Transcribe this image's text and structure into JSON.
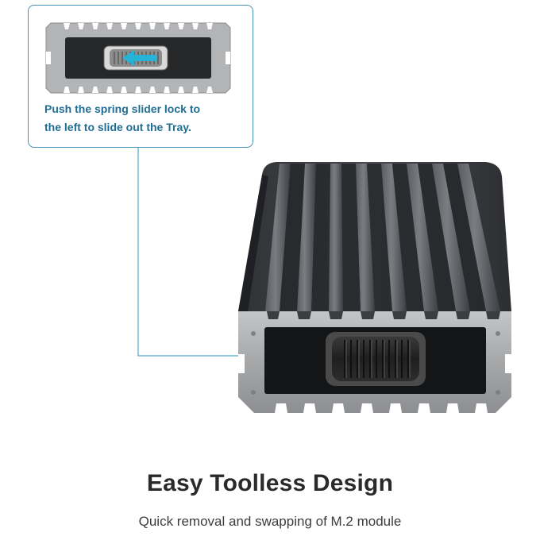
{
  "callout": {
    "text": "Push the spring slider lock to\nthe left to slide out the Tray."
  },
  "caption": {
    "title": "Easy Toolless Design",
    "subtitle": "Quick removal and swapping of M.2 module"
  },
  "colors": {
    "callout_accent": "#1f6d93",
    "callout_border": "#4a93b4",
    "enclosure_body": "#3d3f43",
    "enclosure_end": "#a9abad",
    "arrow_cyan": "#27b3d6"
  },
  "icons": {
    "callout_arrow": "left-arrow-icon",
    "slider_lock": "slider-lock-icon"
  }
}
